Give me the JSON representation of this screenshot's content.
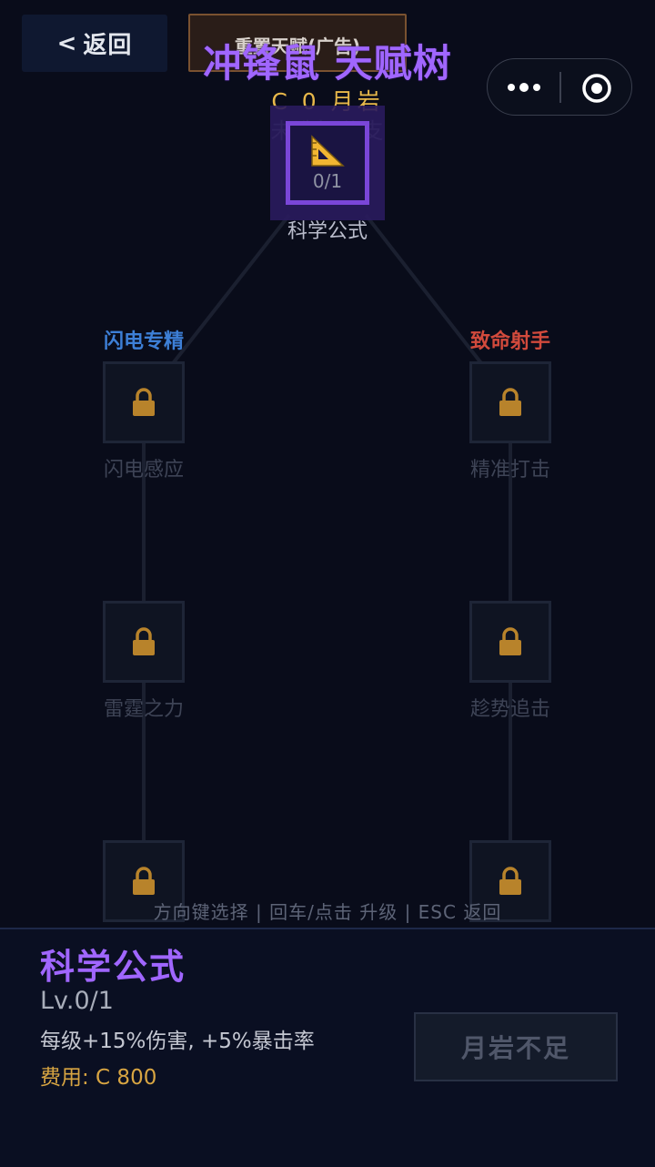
{
  "header": {
    "back_label": "返回",
    "ad_label": "重置天赋(广告)",
    "title": "冲锋鼠 天赋树",
    "currency": "C 0 月岩",
    "branch_status": "未选择分支"
  },
  "root_node": {
    "name": "科学公式",
    "level": "0/1",
    "icon": "triangle-ruler-icon"
  },
  "branches": [
    {
      "title": "闪电专精",
      "color": "#3d7fd6",
      "nodes": [
        {
          "name": "闪电感应",
          "locked": true,
          "icon": "lock-icon"
        },
        {
          "name": "雷霆之力",
          "locked": true,
          "icon": "lock-icon"
        },
        {
          "name": "",
          "locked": true,
          "icon": "lock-icon"
        }
      ]
    },
    {
      "title": "致命射手",
      "color": "#d24a3c",
      "nodes": [
        {
          "name": "精准打击",
          "locked": true,
          "icon": "lock-icon"
        },
        {
          "name": "趁势追击",
          "locked": true,
          "icon": "lock-icon"
        },
        {
          "name": "",
          "locked": true,
          "icon": "lock-icon"
        }
      ]
    }
  ],
  "hint": "方向键选择 | 回车/点击 升级 | ESC 返回",
  "detail": {
    "name": "科学公式",
    "level": "Lv.0/1",
    "description": "每级+15%伤害, +5%暴击率",
    "cost": "费用: C 800",
    "button_label": "月岩不足"
  },
  "colors": {
    "accent": "#a066ff",
    "gold": "#e8b84a",
    "lock": "#b8832b"
  }
}
